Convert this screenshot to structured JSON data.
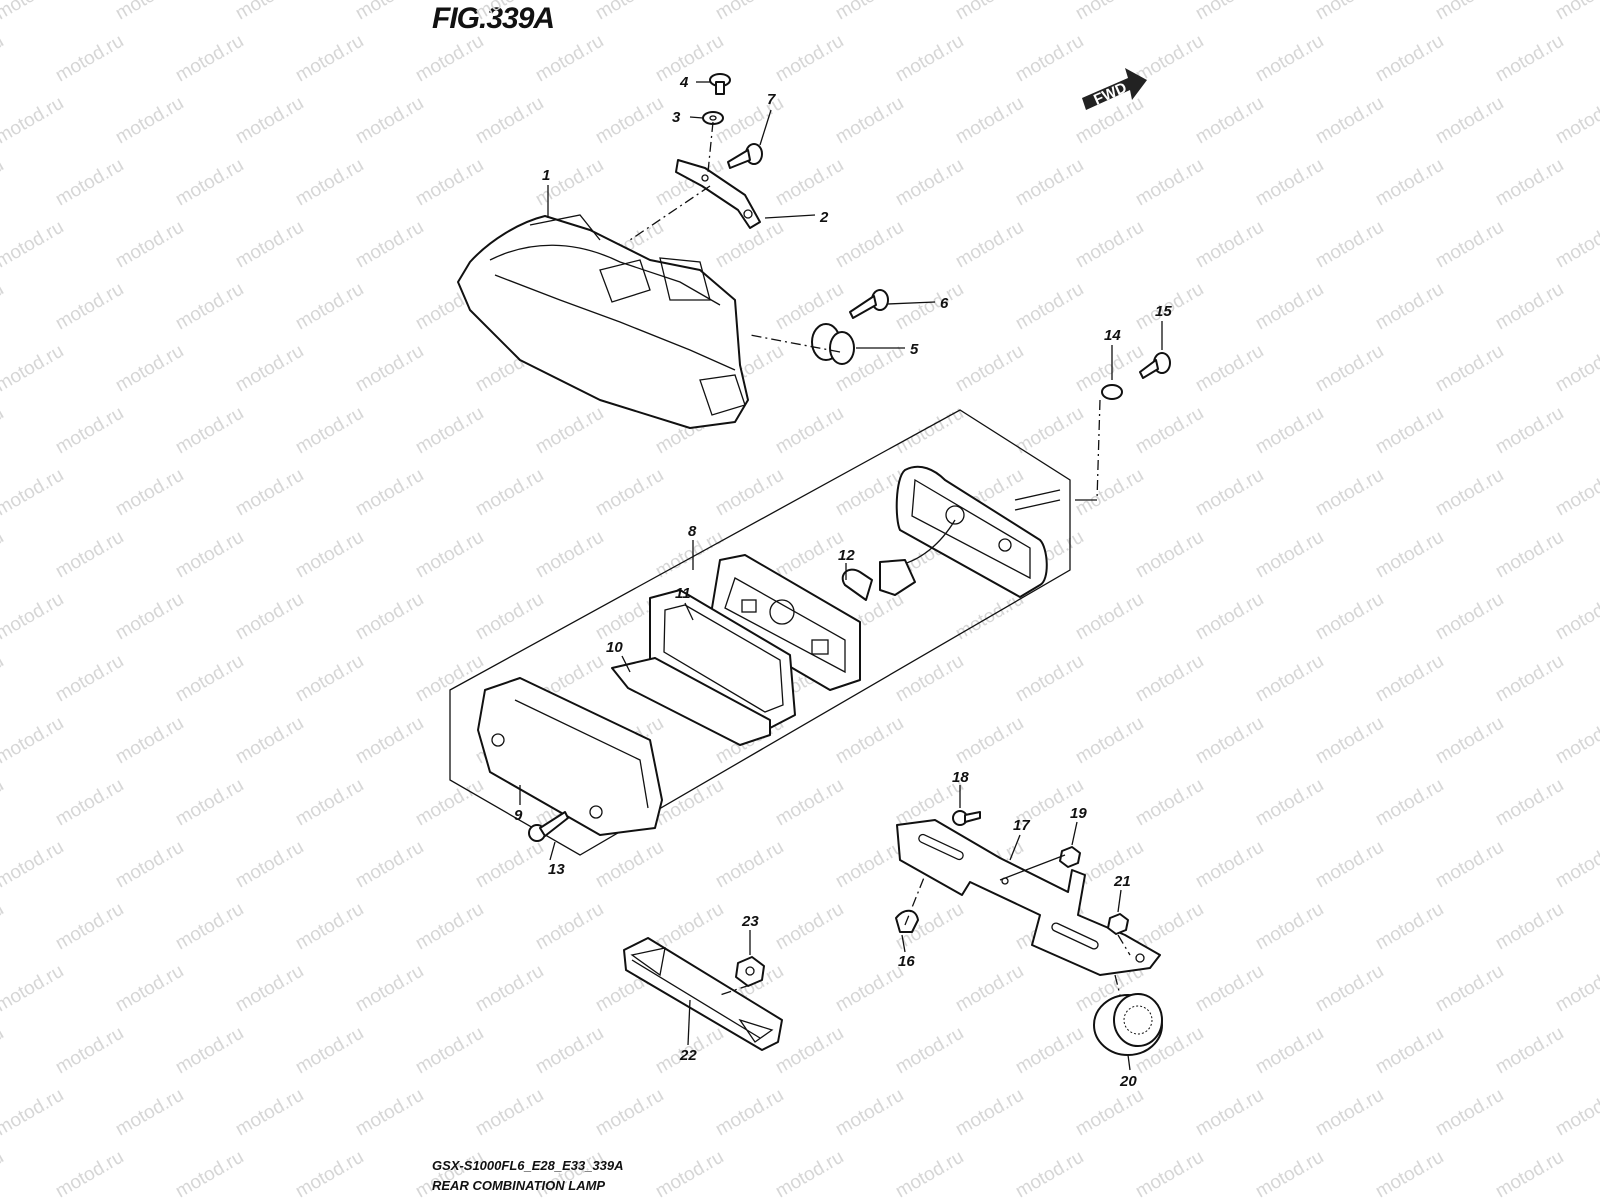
{
  "figure_title": "FIG.339A",
  "direction_badge": "FWD",
  "watermark_text": "motod.ru",
  "callouts": [
    "1",
    "2",
    "3",
    "4",
    "5",
    "6",
    "7",
    "8",
    "9",
    "10",
    "11",
    "12",
    "13",
    "14",
    "15",
    "16",
    "17",
    "18",
    "19",
    "20",
    "21",
    "22",
    "23"
  ],
  "footer": {
    "model_code": "GSX-S1000FL6_E28_E33_339A",
    "assembly_name": "REAR COMBINATION LAMP"
  },
  "colors": {
    "line": "#111111",
    "watermark": "#d6d6d6",
    "background": "#ffffff"
  }
}
